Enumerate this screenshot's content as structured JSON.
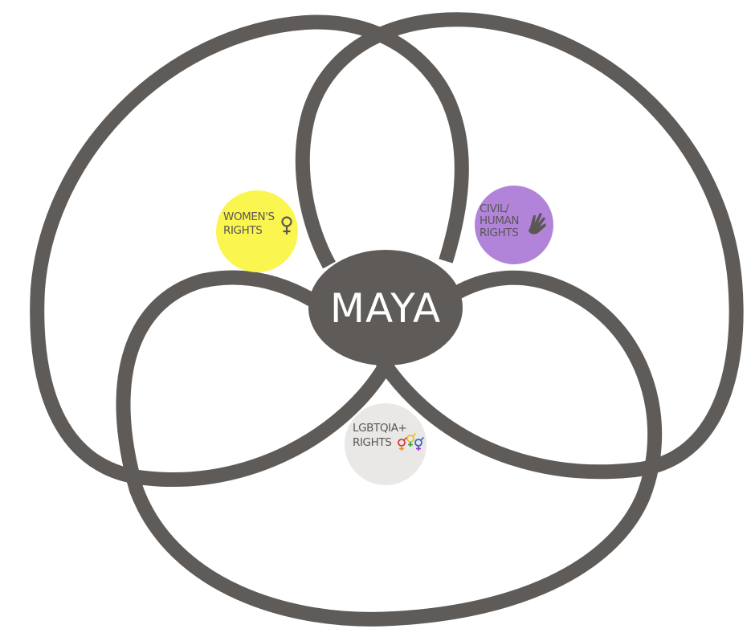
{
  "center": {
    "label": "MAYA",
    "color": "#5f5b58"
  },
  "line_color": "#5f5b58",
  "badges": {
    "womens": {
      "lines": [
        "WOMEN'S",
        "RIGHTS"
      ],
      "color": "#fbf550",
      "icon": "female-symbol-icon"
    },
    "civil": {
      "lines": [
        "CIVIL/",
        "HUMAN",
        "RIGHTS"
      ],
      "color": "#b184d9",
      "icon": "raised-hand-icon"
    },
    "lgbt": {
      "lines": [
        "LGBTQIA+",
        "RIGHTS"
      ],
      "color": "#e9e8e6",
      "icon": "gender-symbols-icon",
      "icon_colors": [
        "#d23b3b",
        "#f08a24",
        "#e8c21a",
        "#3c9a3e",
        "#3565c9",
        "#8a3fb5"
      ]
    }
  }
}
